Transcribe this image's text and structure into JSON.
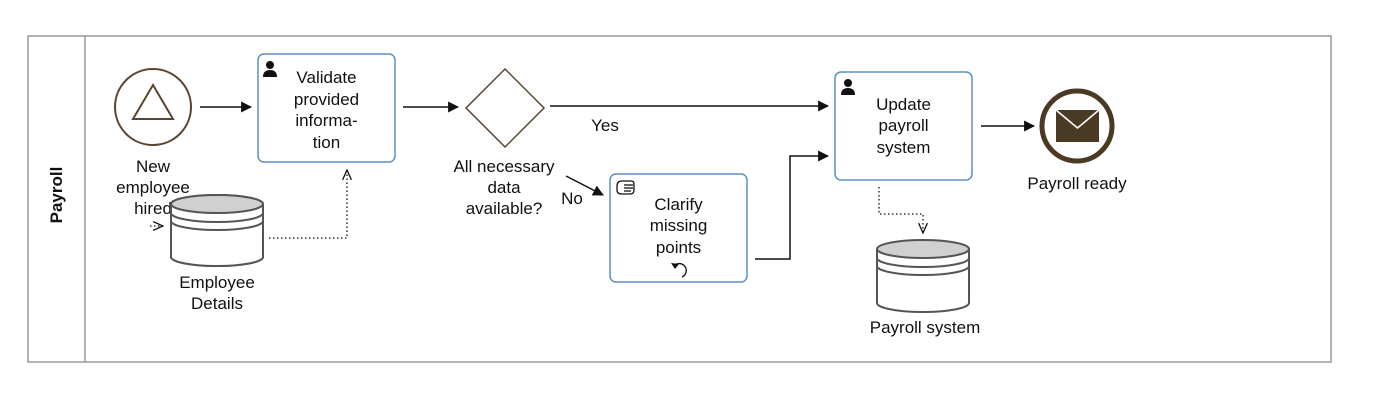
{
  "pool": {
    "label": "Payroll"
  },
  "start_event": {
    "label_lines": [
      "New",
      "employee",
      "hired"
    ],
    "icon": "triangle-signal-icon"
  },
  "task_validate": {
    "label_lines": [
      "Validate",
      "provided",
      "informa-",
      "tion"
    ],
    "icon": "user-icon"
  },
  "gateway": {
    "label_lines": [
      "All necessary",
      "data",
      "available?"
    ]
  },
  "flow_yes": {
    "label": "Yes"
  },
  "flow_no": {
    "label": "No"
  },
  "task_clarify": {
    "label_lines": [
      "Clarify",
      "missing",
      "points"
    ],
    "icon": "manual-hand-icon",
    "marker": "loop-icon"
  },
  "task_update": {
    "label_lines": [
      "Update",
      "payroll",
      "system"
    ],
    "icon": "user-icon"
  },
  "end_event": {
    "label": "Payroll ready",
    "icon": "envelope-icon"
  },
  "datastore_employee": {
    "label_lines": [
      "Employee",
      "Details"
    ]
  },
  "datastore_payroll": {
    "label": "Payroll system"
  },
  "colors": {
    "event_stroke": "#5a4630",
    "envelope_fill": "#4a3a24",
    "task_stroke": "#5b8ec7",
    "datastore_stroke": "#555555",
    "datastore_top": "#d0d0d0",
    "pool_stroke": "#9a9a9a"
  }
}
